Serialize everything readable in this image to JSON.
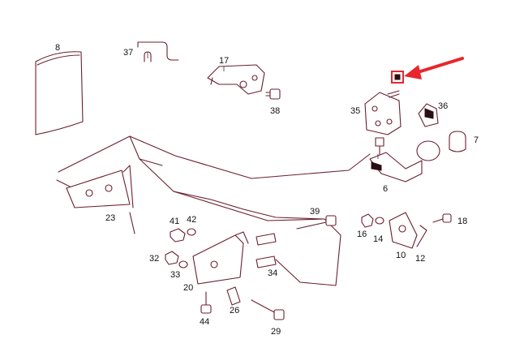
{
  "diagram": {
    "callouts": [
      {
        "id": "8",
        "text": "8"
      },
      {
        "id": "37",
        "text": "37"
      },
      {
        "id": "17",
        "text": "17"
      },
      {
        "id": "38",
        "text": "38"
      },
      {
        "id": "35",
        "text": "35"
      },
      {
        "id": "36",
        "text": "36"
      },
      {
        "id": "7",
        "text": "7"
      },
      {
        "id": "6",
        "text": "6"
      },
      {
        "id": "23",
        "text": "23"
      },
      {
        "id": "41",
        "text": "41"
      },
      {
        "id": "42",
        "text": "42"
      },
      {
        "id": "39",
        "text": "39"
      },
      {
        "id": "16",
        "text": "16"
      },
      {
        "id": "14",
        "text": "14"
      },
      {
        "id": "18",
        "text": "18"
      },
      {
        "id": "32",
        "text": "32"
      },
      {
        "id": "33",
        "text": "33"
      },
      {
        "id": "20",
        "text": "20"
      },
      {
        "id": "34",
        "text": "34"
      },
      {
        "id": "10",
        "text": "10"
      },
      {
        "id": "12",
        "text": "12"
      },
      {
        "id": "26",
        "text": "26"
      },
      {
        "id": "44",
        "text": "44"
      },
      {
        "id": "29",
        "text": "29"
      }
    ],
    "highlight_color": "#e8262b",
    "line_color": "#6b1f2e"
  }
}
